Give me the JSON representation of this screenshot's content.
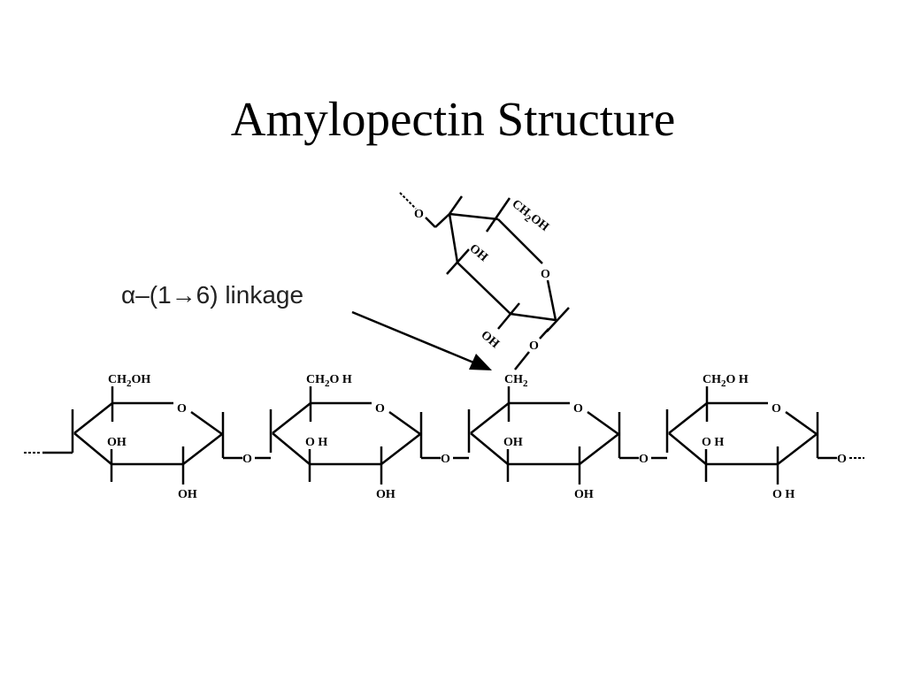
{
  "title": "Amylopectin Structure",
  "annotation": "α–(1→6) linkage",
  "chain_rings": [
    {
      "c6_label": {
        "main": "CH",
        "sub": "2",
        "tail": "OH"
      },
      "ring_o": "O",
      "oh_c3": "OH",
      "oh_c2": "OH",
      "link_o": "O"
    },
    {
      "c6_label": {
        "main": "CH",
        "sub": "2",
        "tail": "O H"
      },
      "ring_o": "O",
      "oh_c3": "O H",
      "oh_c2": "OH",
      "link_o": "O"
    },
    {
      "c6_label": {
        "main": "CH",
        "sub": "2",
        "tail": ""
      },
      "ring_o": "O",
      "oh_c3": "OH",
      "oh_c2": "OH",
      "link_o": "O"
    },
    {
      "c6_label": {
        "main": "CH",
        "sub": "2",
        "tail": "O H"
      },
      "ring_o": "O",
      "oh_c3": "O H",
      "oh_c2": "O H",
      "link_o": "O"
    }
  ],
  "branch_ring": {
    "c6_label": {
      "main": "CH",
      "sub": "2",
      "tail": "OH"
    },
    "ring_o": "O",
    "oh_c3": "OH",
    "oh_c2": "OH",
    "link_o_upper": "O",
    "link_o_lower": "O"
  }
}
